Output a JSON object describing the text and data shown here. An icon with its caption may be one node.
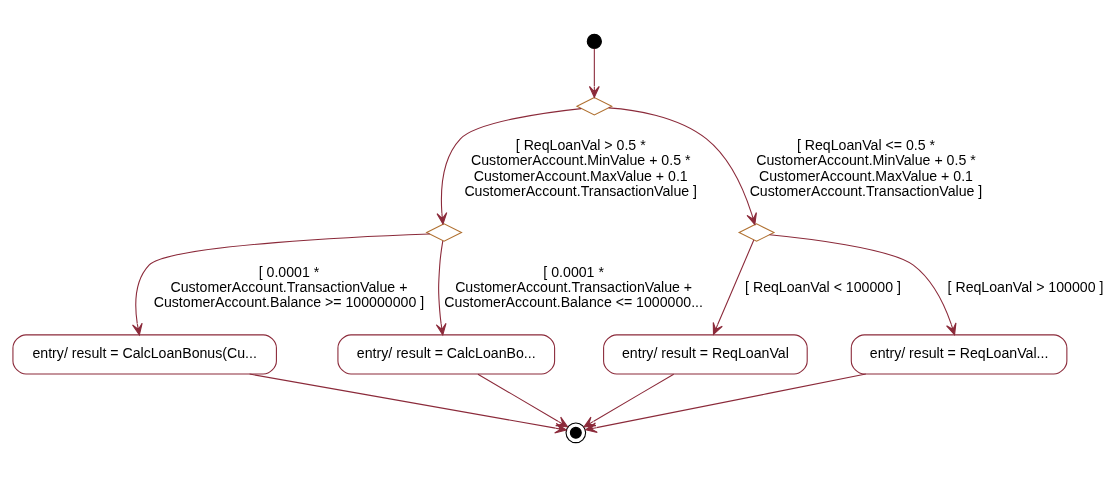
{
  "diagram": {
    "nodes": [
      {
        "text": [],
        "shape": "circle"
      },
      {
        "text": [],
        "shape": "diamond"
      },
      {
        "text": [],
        "shape": "diamond"
      },
      {
        "text": [],
        "shape": "diamond"
      },
      {
        "text": [
          "entry/ result = CalcLoanBonus(Cu..."
        ]
      },
      {
        "text": [
          "entry/ result = CalcLoanBo..."
        ]
      },
      {
        "text": [
          "entry/ result = ReqLoanVal"
        ]
      },
      {
        "text": [
          "entry/ result = ReqLoanVal..."
        ]
      },
      {
        "text": [],
        "shape": "circle"
      }
    ],
    "edges": [
      {
        "from": 0,
        "to": 1,
        "arrow": "to"
      },
      {
        "from": 1,
        "to": 3,
        "arrow": "to",
        "label": "[ ReqLoanVal <= 0.5 * CustomerAccount.MinValue + 0.5 * CustomerAccount.MaxValue + 0.1 CustomerAccount.TransactionValue ]"
      },
      {
        "from": 1,
        "to": 2,
        "arrow": "to",
        "label": "[ ReqLoanVal > 0.5 * CustomerAccount.MinValue + 0.5 * CustomerAccount.MaxValue + 0.1 CustomerAccount.TransactionValue ]"
      },
      {
        "from": 2,
        "to": 4,
        "arrow": "to",
        "label": "[ 0.0001 * CustomerAccount.TransactionValue + CustomerAccount.Balance >= 100000000 ]"
      },
      {
        "from": 2,
        "to": 5,
        "arrow": "to",
        "label": "[ 0.0001 * CustomerAccount.TransactionValue + CustomerAccount.Balance <= 1000000..."
      },
      {
        "from": 3,
        "to": 6,
        "arrow": "to",
        "label": "[ ReqLoanVal < 100000 ]"
      },
      {
        "from": 3,
        "to": 7,
        "arrow": "to",
        "label": "[ ReqLoanVal > 100000 ]"
      },
      {
        "from": 4,
        "to": 8,
        "arrow": "to"
      },
      {
        "from": 5,
        "to": 8,
        "arrow": "to"
      },
      {
        "from": 6,
        "to": 8,
        "arrow": "to"
      },
      {
        "from": 7,
        "to": 8,
        "arrow": "to"
      }
    ]
  }
}
